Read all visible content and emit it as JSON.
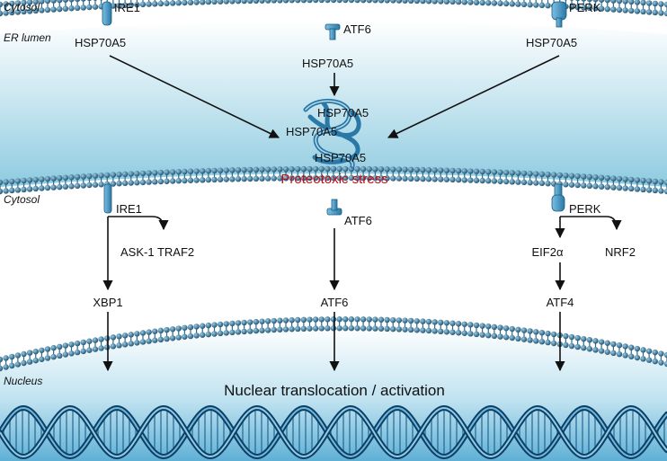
{
  "regions": {
    "cytosol_top": "Cytosol",
    "er_lumen": "ER lumen",
    "cytosol_mid": "Cytosol",
    "nucleus": "Nucleus"
  },
  "sensors_top": {
    "ire1": "IRE1",
    "atf6": "ATF6",
    "perk": "PERK"
  },
  "chaperones_top": {
    "left": "HSP70A5",
    "center": "HSP70A5",
    "right": "HSP70A5"
  },
  "aggregate_labels": [
    "HSP70A5",
    "HSP70A5",
    "HSP70A5"
  ],
  "stress_label": "Proteotoxic stress",
  "sensors_mid": {
    "ire1": "IRE1",
    "atf6": "ATF6",
    "perk": "PERK"
  },
  "branches": {
    "ire1_side": "ASK-1 TRAF2",
    "perk_left": "EIF2α",
    "perk_right": "NRF2"
  },
  "effectors": {
    "xbp1": "XBP1",
    "atf6": "ATF6",
    "atf4": "ATF4"
  },
  "nuclear_label": "Nuclear translocation / activation",
  "colors": {
    "membrane_bead": "#1f5f82",
    "lumen_gradient_top": "#ffffff",
    "lumen_gradient_bottom": "#8ecbe0",
    "nucleus_gradient_bottom": "#6db9d9",
    "receptor_fill": "#4a9ecb",
    "stress_text": "#c0101a",
    "dna_blue": "#2c7fb8"
  }
}
